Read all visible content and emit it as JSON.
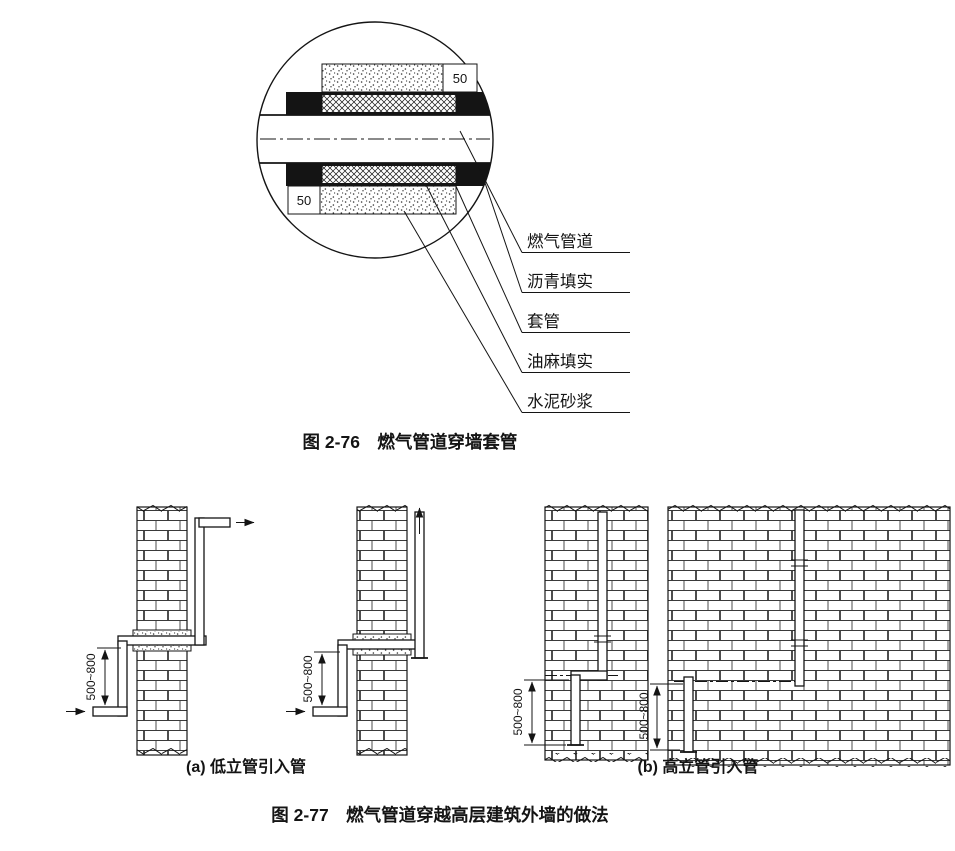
{
  "figure_2_76": {
    "caption": "图 2-76　燃气管道穿墙套管",
    "dimension_top": "50",
    "dimension_bottom": "50",
    "callouts": [
      "燃气管道",
      "沥青填实",
      "套管",
      "油麻填实",
      "水泥砂浆"
    ]
  },
  "figure_2_77": {
    "caption": "图 2-77　燃气管道穿越高层建筑外墙的做法",
    "label_a": "(a) 低立管引入管",
    "label_b": "(b) 高立管引入管",
    "dimension": "500~800"
  },
  "colors": {
    "ink": "#141414",
    "background": "#ffffff"
  }
}
